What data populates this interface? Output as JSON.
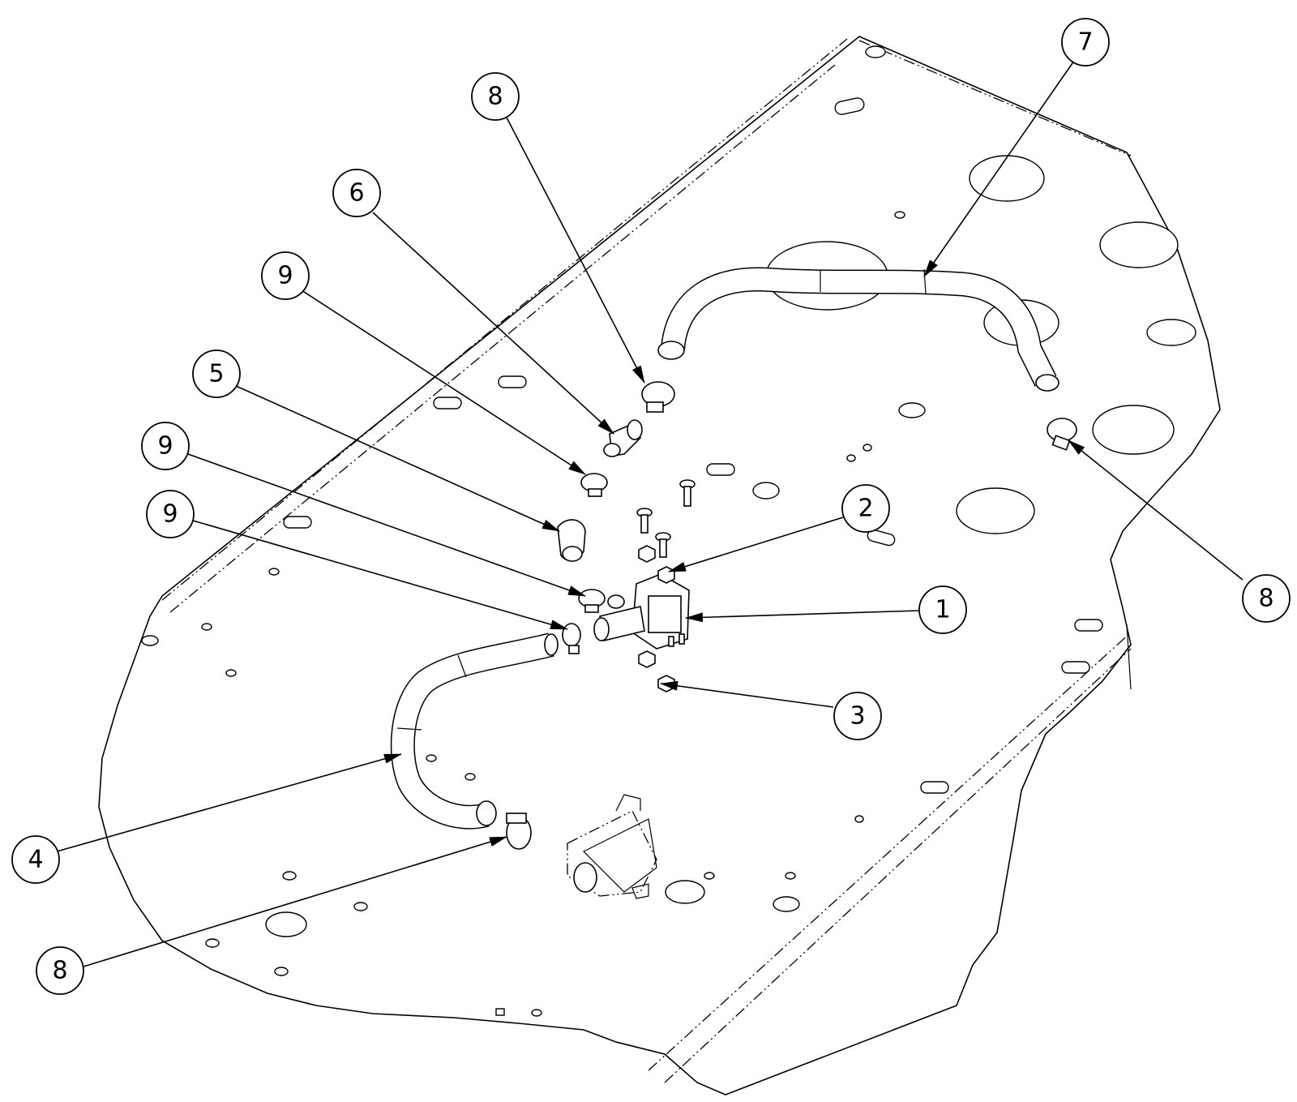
{
  "callouts": [
    {
      "id": "c1",
      "label": "1"
    },
    {
      "id": "c2",
      "label": "2"
    },
    {
      "id": "c3",
      "label": "3"
    },
    {
      "id": "c4",
      "label": "4"
    },
    {
      "id": "c5",
      "label": "5"
    },
    {
      "id": "c6",
      "label": "6"
    },
    {
      "id": "c7",
      "label": "7"
    },
    {
      "id": "c8a",
      "label": "8"
    },
    {
      "id": "c8b",
      "label": "8"
    },
    {
      "id": "c8c",
      "label": "8"
    },
    {
      "id": "c9a",
      "label": "9"
    },
    {
      "id": "c9b",
      "label": "9"
    },
    {
      "id": "c9c",
      "label": "9"
    }
  ]
}
